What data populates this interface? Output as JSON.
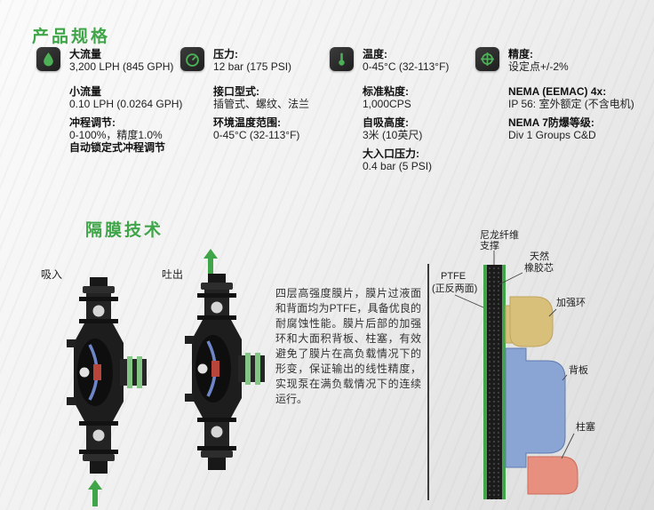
{
  "colors": {
    "accent_green": "#3fa548",
    "icon_glyph_green": "#4db056",
    "icon_bg": "#2a2a2a",
    "diagram_yellow": "#d8c07b",
    "diagram_blue": "#8aa5d4",
    "diagram_red": "#e8907f"
  },
  "specs": {
    "title": "产品规格",
    "col1": {
      "icon": "flow-icon",
      "items": [
        {
          "label": "大流量",
          "value": "3,200 LPH (845 GPH)"
        },
        {
          "label": "小流量",
          "value": "0.10 LPH (0.0264 GPH)"
        },
        {
          "label": "冲程调节:",
          "value": "0-100%，精度1.0%",
          "value2": "自动锁定式冲程调节"
        }
      ]
    },
    "col2": {
      "icon": "pressure-icon",
      "items": [
        {
          "label": "压力:",
          "value": "12 bar (175 PSI)"
        },
        {
          "label": "接口型式:",
          "value": "插管式、螺纹、法兰"
        },
        {
          "label": "环境温度范围:",
          "value": "0-45°C (32-113°F)"
        }
      ]
    },
    "col3": {
      "icon": "temperature-icon",
      "items": [
        {
          "label": "温度:",
          "value": "0-45°C (32-113°F)"
        },
        {
          "label": "标准粘度:",
          "value": "1,000CPS"
        },
        {
          "label": "自吸高度:",
          "value": "3米 (10英尺)"
        },
        {
          "label": "大入口压力:",
          "value": "0.4 bar (5 PSI)"
        }
      ]
    },
    "col4": {
      "icon": "precision-icon",
      "items": [
        {
          "label": "精度:",
          "value": "设定点+/-2%"
        },
        {
          "label": "NEMA (EEMAC) 4x:",
          "value": "IP 56: 室外额定 (不含电机)"
        },
        {
          "label": "NEMA 7防爆等级:",
          "value": "Div 1 Groups C&D"
        }
      ]
    }
  },
  "membrane": {
    "title": "隔膜技术",
    "suction_label": "吸入",
    "discharge_label": "吐出",
    "description": "四层高强度膜片，膜片过液面和背面均为PTFE，具备优良的耐腐蚀性能。膜片后部的加强环和大面积背板、柱塞，有效避免了膜片在高负载情况下的形变，保证输出的线性精度，实现泵在满负载情况下的连续运行。",
    "diagram": {
      "nylon_line1": "尼龙纤维",
      "nylon_line2": "支撑",
      "rubber_line1": "天然",
      "rubber_line2": "橡胶芯",
      "ptfe_line1": "PTFE",
      "ptfe_line2": "(正反两面)",
      "ring_label": "加强环",
      "backplate_label": "背板",
      "plunger_label": "柱塞"
    }
  }
}
